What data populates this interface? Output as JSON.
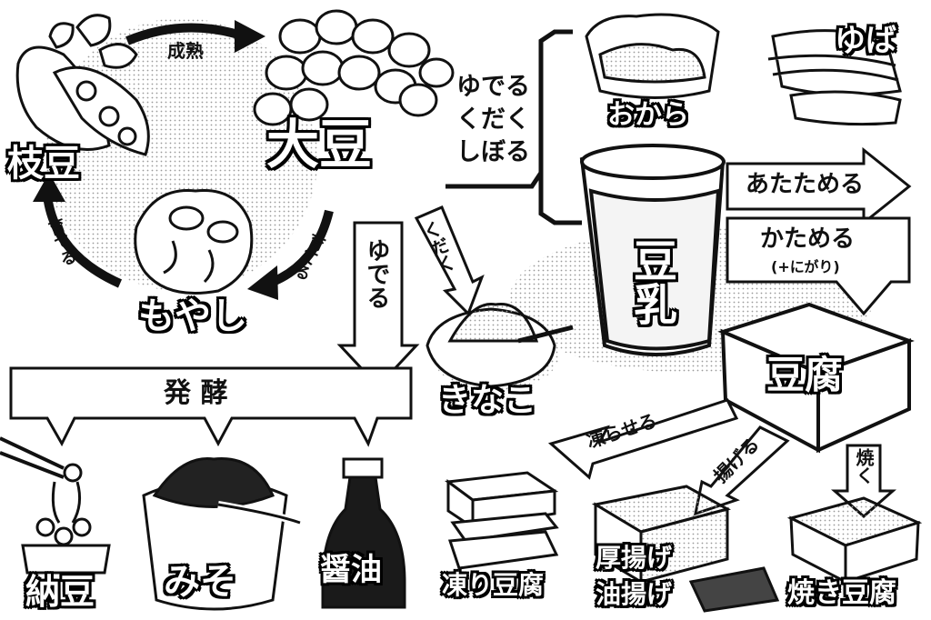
{
  "nodes": {
    "daizu": "大豆",
    "edamame": "枝豆",
    "moyashi": "もやし",
    "tonyu": "豆乳",
    "tofu": "豆腐",
    "okara": "おから",
    "yuba": "ゆば",
    "kinako": "きなこ",
    "natto": "納豆",
    "miso": "みそ",
    "shoyu": "醤油",
    "koori_tofu": "凍り豆腐",
    "atsuage": "厚揚げ",
    "aburaage": "油揚げ",
    "yaki_tofu": "焼き豆腐"
  },
  "processes": {
    "seijuku": "成熟",
    "sodateru_left": "育てる",
    "sodateru_right": "育てる",
    "yuderu_kudaku_shiboru": [
      "ゆでる",
      "くだく",
      "しぼる"
    ],
    "atatameru": "あたためる",
    "katameru": "かためる",
    "nigari": "(+にがり)",
    "kudaku": "くだく",
    "yuderu": "ゆでる",
    "hakko": "発 酵",
    "koraseru": "凍らせる",
    "ageru": "揚げる",
    "yaku": "焼く"
  },
  "colors": {
    "ink": "#111111",
    "paper": "#ffffff",
    "tone": "#bdbdbd"
  }
}
